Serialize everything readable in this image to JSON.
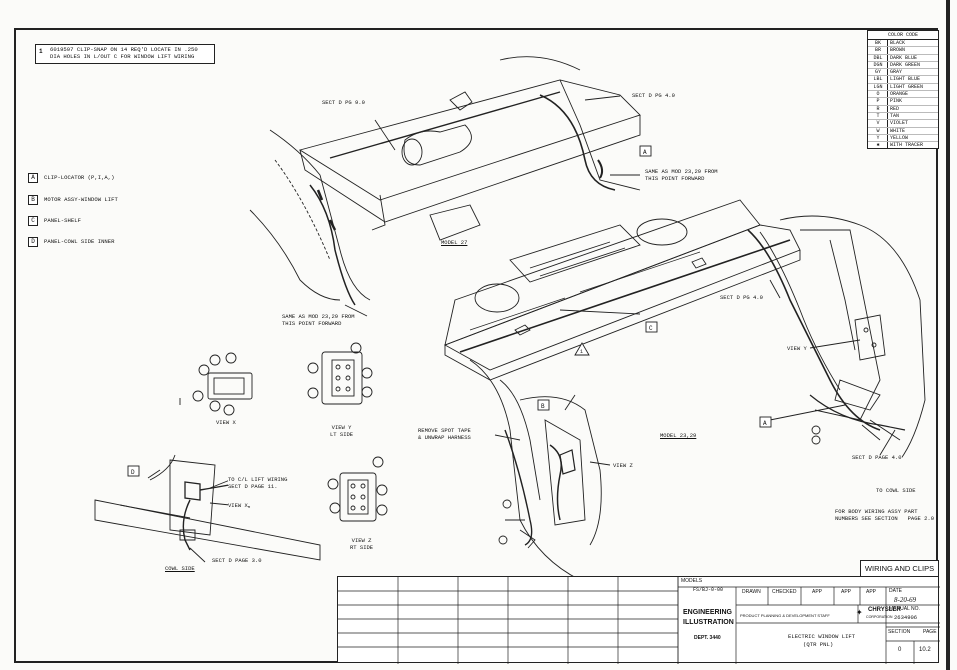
{
  "note": {
    "number": "1",
    "text": "6019597 CLIP-SNAP ON 14 REQ'D LOCATE IN .250 DIA HOLES IN L/OUT C FOR WINDOW LIFT WIRING"
  },
  "legend": [
    {
      "key": "A",
      "label": "CLIP-LOCATOR (P,I,A,)"
    },
    {
      "key": "B",
      "label": "MOTOR ASSY-WINDOW LIFT"
    },
    {
      "key": "C",
      "label": "PANEL-SHELF"
    },
    {
      "key": "D",
      "label": "PANEL-COWL SIDE INNER"
    }
  ],
  "color_code": {
    "title": "COLOR CODE",
    "rows": [
      {
        "code": "BK",
        "name": "BLACK"
      },
      {
        "code": "BR",
        "name": "BROWN"
      },
      {
        "code": "DBL",
        "name": "DARK BLUE"
      },
      {
        "code": "DGN",
        "name": "DARK GREEN"
      },
      {
        "code": "GY",
        "name": "GRAY"
      },
      {
        "code": "LBL",
        "name": "LIGHT BLUE"
      },
      {
        "code": "LGN",
        "name": "LIGHT GREEN"
      },
      {
        "code": "O",
        "name": "ORANGE"
      },
      {
        "code": "P",
        "name": "PINK"
      },
      {
        "code": "R",
        "name": "RED"
      },
      {
        "code": "T",
        "name": "TAN"
      },
      {
        "code": "V",
        "name": "VIOLET"
      },
      {
        "code": "W",
        "name": "WHITE"
      },
      {
        "code": "Y",
        "name": "YELLOW"
      },
      {
        "code": "✱",
        "name": "WITH TRACER"
      }
    ]
  },
  "callouts": {
    "sect_d_9": "SECT D PG 9.0",
    "sect_d_4_top": "SECT D PG 4.0",
    "same_as_top": "SAME AS MOD 23,29 FROM\nTHIS POINT FORWARD",
    "model_27": "MODEL 27",
    "same_as_left": "SAME AS MOD 23,29 FROM\nTHIS POINT FORWARD",
    "sect_d_4_mid": "SECT D PG 4.0",
    "view_y_label": "VIEW Y",
    "remove_tape": "REMOVE SPOT TAPE\n& UNWRAP HARNESS",
    "model_23_29": "MODEL 23,29",
    "view_z_label": "VIEW Z",
    "sect_d_4_low": "SECT D PAGE 4.0",
    "to_cowl": "TO COWL SIDE",
    "for_body": "FOR BODY WIRING ASSY PART\nNUMBERS SEE SECTION   PAGE 2.0",
    "view_x_caption": "VIEW X",
    "view_y_caption": "VIEW Y\nLT SIDE",
    "view_z_caption": "VIEW Z\nRT SIDE",
    "to_cl_lift": "TO C/L LIFT WIRING\nSECT D PAGE 11.",
    "view_x_label": "VIEW X",
    "sect_d_3": "SECT D PAGE 3.0",
    "cowl_side": "COWL SIDE"
  },
  "title_block": {
    "wiring_and_clips": "WIRING AND CLIPS",
    "models_label": "MODELS",
    "models_value": "FS/BJ-0-00",
    "engineering": "ENGINEERING",
    "illustration": "ILLUSTRATION",
    "dept": "DEPT. 3440",
    "drawn": "DRAWN",
    "checked": "CHECKED",
    "app": "APP",
    "app2": "APP",
    "app3": "APP",
    "date_label": "DATE",
    "date_value": "8-20-69",
    "manual_no_label": "MANUAL NO.",
    "manual_no_value": "2634906",
    "company": "CHRYSLER",
    "company_sub": "CORPORATION",
    "dept_name": "PRODUCT PLANNING & DEVELOPMENT STAFF",
    "drawing_title": "ELECTRIC WINDOW LIFT",
    "drawing_subtitle": "(QTR PNL)",
    "section_label": "SECTION",
    "section_value": "0",
    "page_label": "PAGE",
    "page_value": "10.2"
  }
}
